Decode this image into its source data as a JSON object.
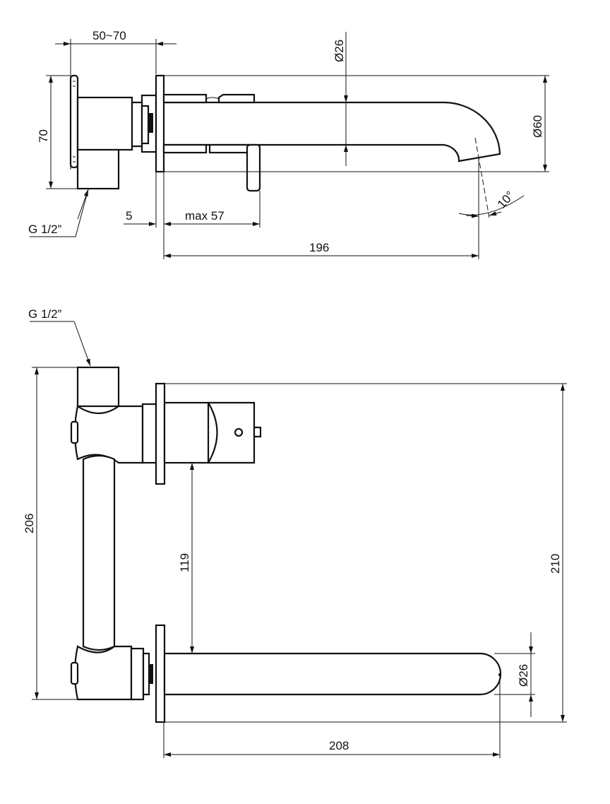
{
  "side_view": {
    "dim_depth": "50~70",
    "dim_spout_diameter": "Ø26",
    "dim_plate_diameter": "Ø60",
    "dim_height": "70",
    "connection_label": "G 1/2”",
    "dim_plate_thickness": "5",
    "dim_lever": "max 57",
    "dim_spout_reach": "196",
    "dim_angle": "10°"
  },
  "front_view": {
    "connection_label": "G 1/2”",
    "dim_body_height": "206",
    "dim_axis_distance": "119",
    "dim_total_height": "210",
    "dim_spout_diameter": "Ø26",
    "dim_spout_length": "208"
  },
  "colors": {
    "line": "#111111",
    "background": "#ffffff"
  }
}
